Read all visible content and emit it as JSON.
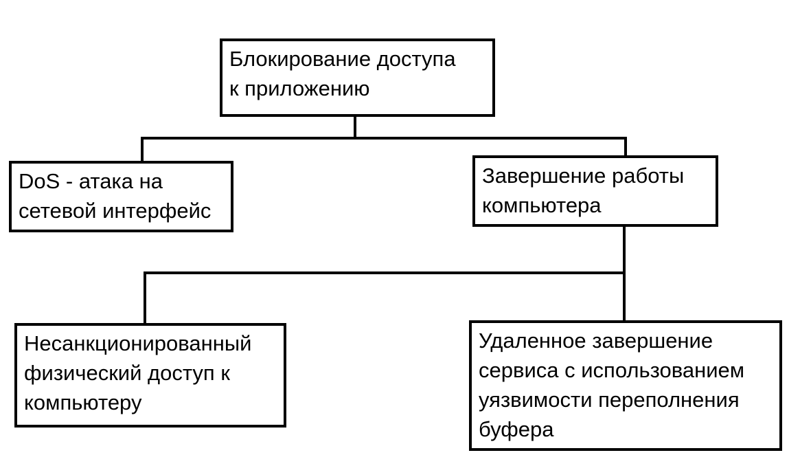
{
  "diagram": {
    "type": "tree",
    "nodes": {
      "root": {
        "text": "Блокирование доступа\nк приложению"
      },
      "dos": {
        "text": "DoS - атака на\nсетевой интерфейс"
      },
      "shutdown": {
        "text": "Завершение работы\nкомпьютера"
      },
      "physical": {
        "text": "Несанкционированный\nфизический доступ к\nкомпьютеру"
      },
      "remote": {
        "text": "Удаленное завершение\nсервиса с использованием\nуязвимости переполнения\nбуфера"
      }
    },
    "edges": [
      {
        "from": "root",
        "to": "dos"
      },
      {
        "from": "root",
        "to": "shutdown"
      },
      {
        "from": "shutdown",
        "to": "physical"
      },
      {
        "from": "shutdown",
        "to": "remote"
      }
    ]
  }
}
